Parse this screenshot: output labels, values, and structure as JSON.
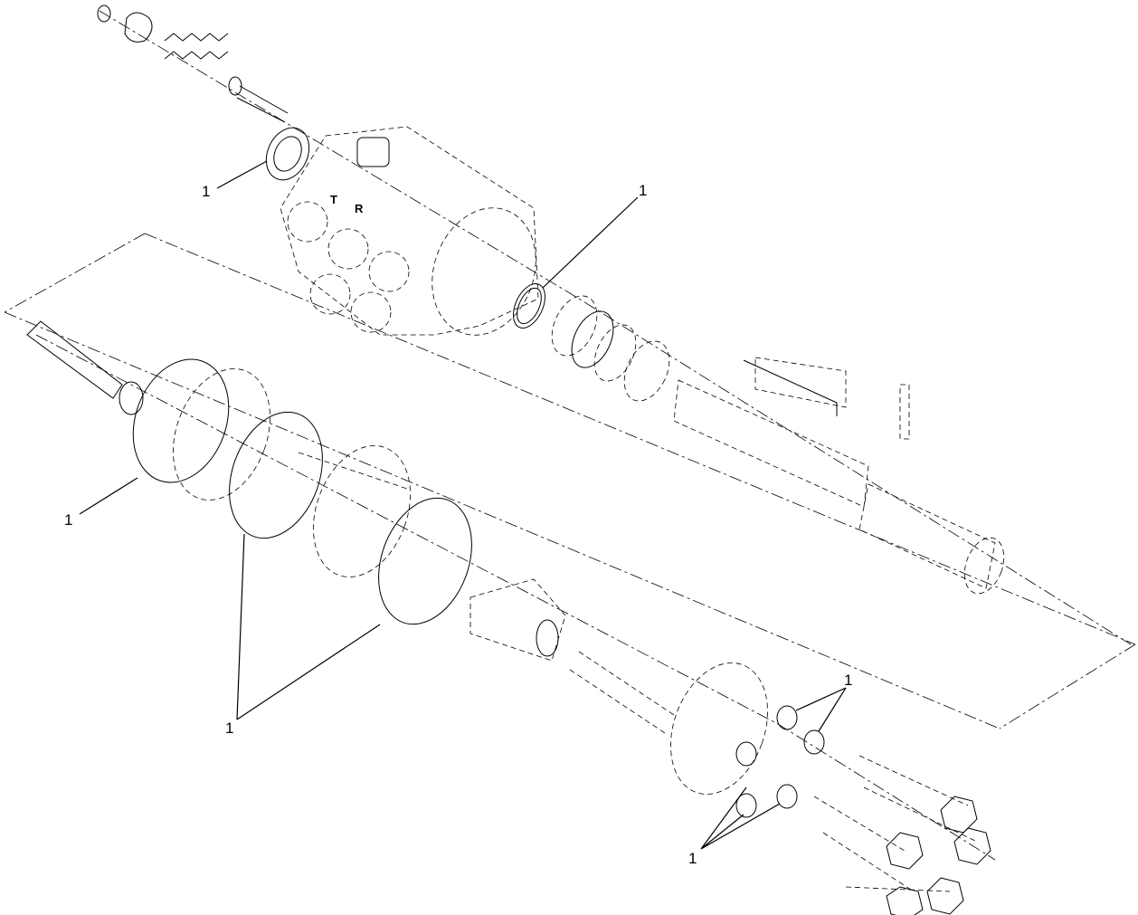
{
  "diagram": {
    "type": "exploded-parts-view",
    "line_color": "#000000",
    "background": "#ffffff",
    "housing_markings": [
      "R",
      "T"
    ],
    "callouts": [
      {
        "id": "seal-top-left",
        "label": "1"
      },
      {
        "id": "seal-center",
        "label": "1"
      },
      {
        "id": "ring-left",
        "label": "1"
      },
      {
        "id": "rings-pair",
        "label": "1"
      },
      {
        "id": "washers-upper",
        "label": "1"
      },
      {
        "id": "washers-lower",
        "label": "1"
      }
    ]
  }
}
